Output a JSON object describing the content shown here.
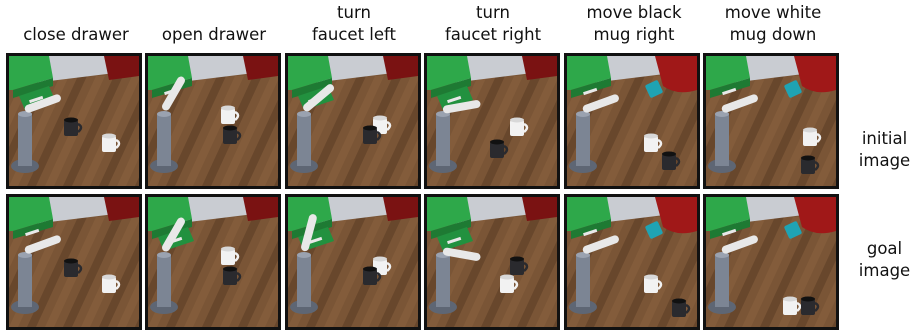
{
  "columns": [
    {
      "label_line1": "close drawer",
      "label_line2": ""
    },
    {
      "label_line1": "open drawer",
      "label_line2": ""
    },
    {
      "label_line1": "turn",
      "label_line2": "faucet left"
    },
    {
      "label_line1": "turn",
      "label_line2": "faucet right"
    },
    {
      "label_line1": "move black",
      "label_line2": "mug right"
    },
    {
      "label_line1": "move white",
      "label_line2": "mug down"
    }
  ],
  "rows": [
    {
      "label_line1": "initial",
      "label_line2": "image"
    },
    {
      "label_line1": "goal",
      "label_line2": "image"
    }
  ],
  "colors": {
    "floor": "#7a5536",
    "floor_dark": "#5a3c25",
    "wall": "#c9ccd2",
    "drawer": "#2ea84a",
    "robot": "#a01818",
    "faucet": "#7c8594",
    "white_mug": "#f2f2f2",
    "black_mug": "#2a2a2e",
    "handle": "#e8e8e8",
    "tile_border": "#111111"
  }
}
